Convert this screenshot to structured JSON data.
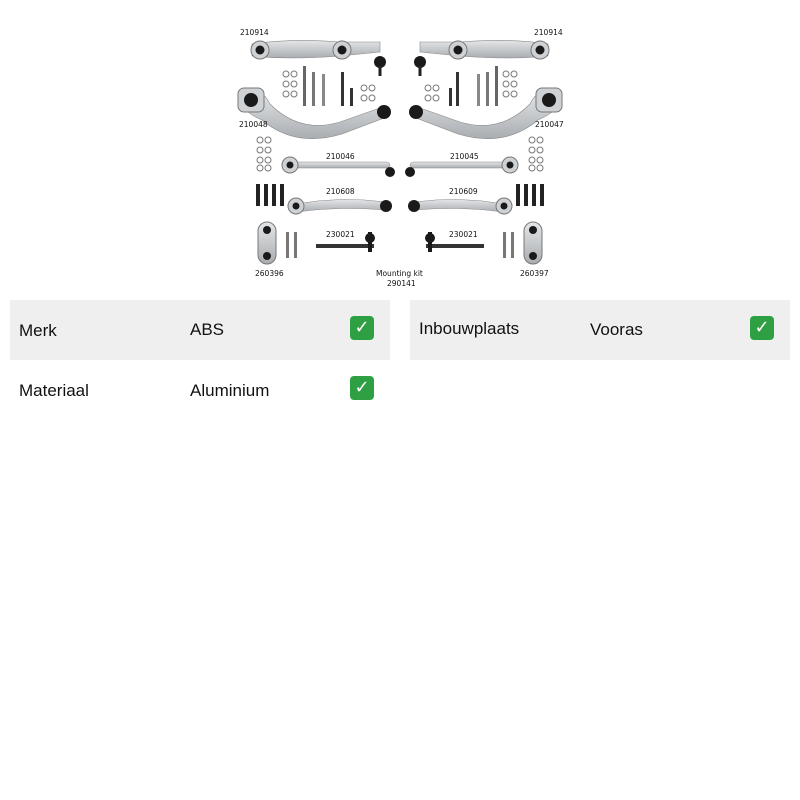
{
  "image": {
    "alt": "Suspension control arm kit",
    "labels": {
      "l210914_left": "210914",
      "l210914_right": "210914",
      "l210048": "210048",
      "l210047": "210047",
      "l210046": "210046",
      "l210045": "210045",
      "l210608": "210608",
      "l210609": "210609",
      "l230021_left": "230021",
      "l230021_right": "230021",
      "l260396": "260396",
      "l260397": "260397",
      "mounting_kit": "Mounting kit",
      "mounting_kit_code": "290141"
    }
  },
  "specs": [
    {
      "label": "Merk",
      "value": "ABS",
      "checked": true
    },
    {
      "label": "Inbouwplaats",
      "value": "Vooras",
      "checked": true
    },
    {
      "label": "Materiaal",
      "value": "Aluminium",
      "checked": true
    }
  ],
  "check_glyph": "✓",
  "colors": {
    "row_shade": "#efefef",
    "check_green": "#2ea043",
    "arm_silver": "#c9ccce",
    "rubber_black": "#1a1a1a"
  }
}
